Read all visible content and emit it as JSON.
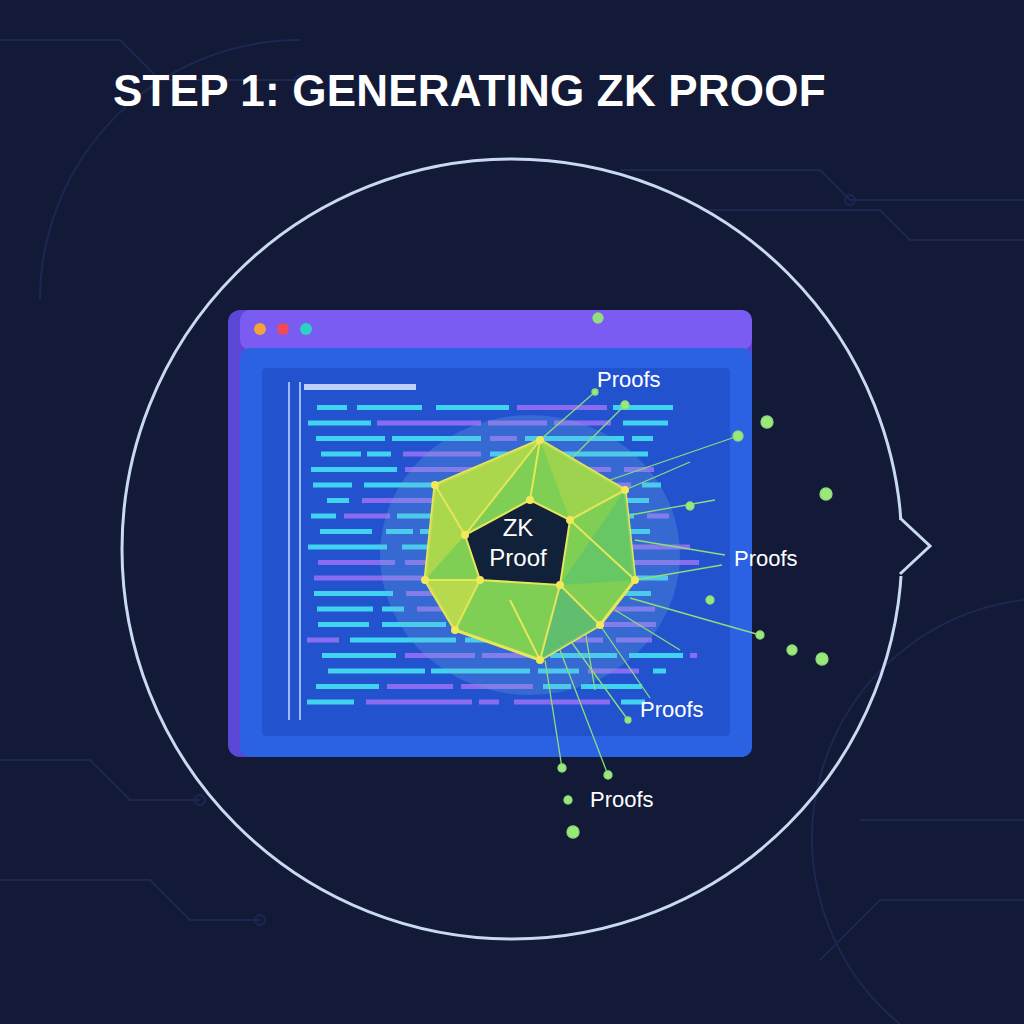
{
  "diagram": {
    "title": "STEP 1: GENERATING ZK PROOF",
    "nodes": [
      {
        "text": [
          "ZK Proof"
        ]
      }
    ],
    "labels": [
      "Proofs",
      "Proofs",
      "Proofs",
      "Proofs"
    ]
  }
}
